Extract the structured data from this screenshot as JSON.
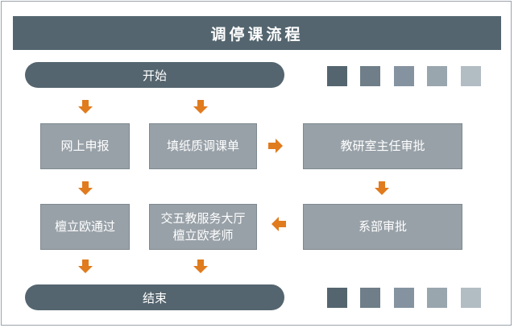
{
  "title": "调停课流程",
  "start_label": "开始",
  "end_label": "结束",
  "steps": {
    "online_report": "网上申报",
    "fill_form": "填纸质调课单",
    "director_approve": "教研室主任审批",
    "dept_approve": "系部审批",
    "submit_service_line1": "交五教服务大厅",
    "submit_service_line2": "檀立欧老师",
    "through_person": "檀立欧通过"
  },
  "palette": [
    "#54656f",
    "#6f7e88",
    "#8593a0",
    "#9aa6ae",
    "#b2bcc3"
  ],
  "arrow_color": "#e07b1e"
}
